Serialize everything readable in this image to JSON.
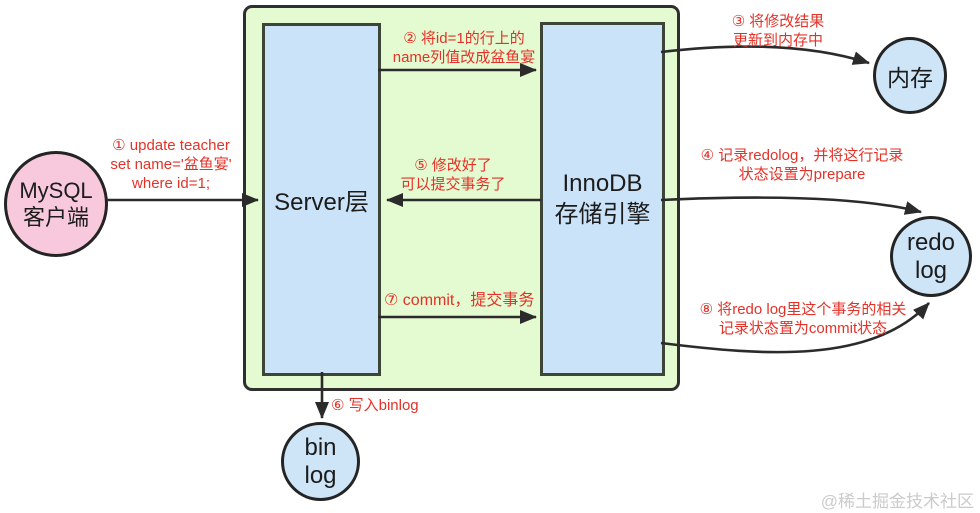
{
  "nodes": {
    "client": {
      "line1": "MySQL",
      "line2": "客户端"
    },
    "server": {
      "label": "Server层"
    },
    "innodb": {
      "line1": "InnoDB",
      "line2": "存储引擎"
    },
    "memory": {
      "label": "内存"
    },
    "redo_log": {
      "line1": "redo",
      "line2": "log"
    },
    "bin_log": {
      "line1": "bin",
      "line2": "log"
    }
  },
  "steps": {
    "s1": {
      "line1": "① update teacher",
      "line2": "set name='盆鱼宴'",
      "line3": "where id=1;"
    },
    "s2": {
      "line1": "② 将id=1的行上的",
      "line2": "name列值改成盆鱼宴"
    },
    "s3": {
      "line1": "③ 将修改结果",
      "line2": "更新到内存中"
    },
    "s4": {
      "line1": "④ 记录redolog，并将这行记录",
      "line2": "状态设置为prepare"
    },
    "s5": {
      "line1": "⑤ 修改好了",
      "line2": "可以提交事务了"
    },
    "s6": {
      "line1": "⑥ 写入binlog"
    },
    "s7": {
      "line1": "⑦ commit，提交事务"
    },
    "s8": {
      "line1": "⑧ 将redo log里这个事务的相关",
      "line2": "记录状态置为commit状态"
    }
  },
  "watermark": "@稀土掘金技术社区",
  "colors": {
    "container_fill": "#e4fad0",
    "node_fill_blue": "#cbe3f8",
    "client_fill_pink": "#f8c9dc",
    "annotation_red": "#e43228",
    "line_dark": "#2b2b2b",
    "watermark_gray": "#cbcbcb"
  }
}
